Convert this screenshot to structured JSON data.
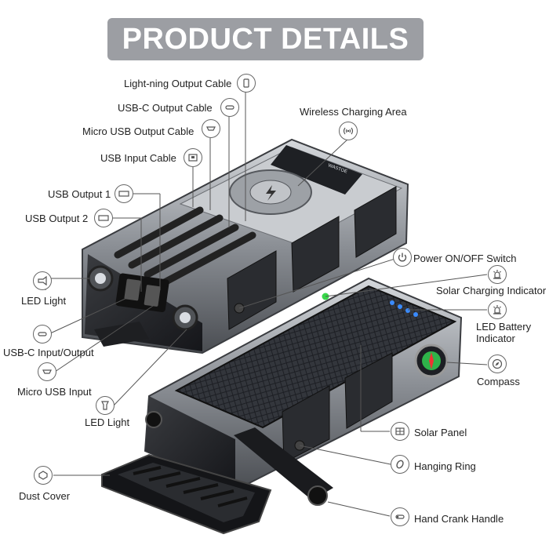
{
  "banner_title": "PRODUCT DETAILS",
  "brand_mark": "WASTOE",
  "callouts": {
    "lightning_output_cable": "Light-ning Output Cable",
    "usb_c_output_cable": "USB-C Output Cable",
    "micro_usb_output_cable": "Micro USB Output Cable",
    "usb_input_cable": "USB Input Cable",
    "usb_output_1": "USB Output 1",
    "usb_output_2": "USB Output 2",
    "led_light_left": "LED Light",
    "usb_c_input_output": "USB-C Input/Output",
    "micro_usb_input": "Micro USB Input",
    "led_light_bottom": "LED Light",
    "dust_cover": "Dust Cover",
    "wireless_charging_area": "Wireless Charging Area",
    "power_switch": "Power ON/OFF Switch",
    "solar_charging_indicator": "Solar Charging Indicator",
    "led_battery_indicator_line1": "LED Battery",
    "led_battery_indicator_line2": "Indicator",
    "compass": "Compass",
    "solar_panel": "Solar Panel",
    "hanging_ring": "Hanging Ring",
    "hand_crank_handle": "Hand Crank Handle"
  },
  "colors": {
    "banner_bg": "#9c9ea3",
    "banner_text": "#ffffff",
    "device_body": "#2b2d31",
    "accent_led": "#3a8bff",
    "solar_led": "#38d64a"
  }
}
